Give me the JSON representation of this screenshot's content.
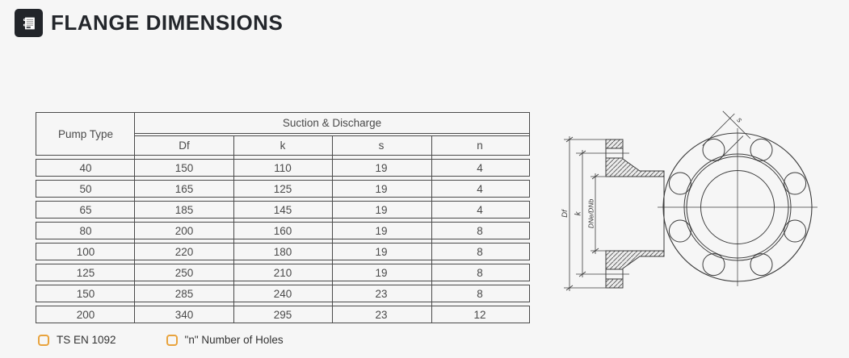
{
  "header": {
    "title": "FLANGE DIMENSIONS",
    "icon": "notebook-icon"
  },
  "table": {
    "col1_header": "Pump Type",
    "group_header": "Suction & Discharge",
    "sub_headers": [
      "Df",
      "k",
      "s",
      "n"
    ],
    "rows": [
      [
        "40",
        "150",
        "110",
        "19",
        "4"
      ],
      [
        "50",
        "165",
        "125",
        "19",
        "4"
      ],
      [
        "65",
        "185",
        "145",
        "19",
        "4"
      ],
      [
        "80",
        "200",
        "160",
        "19",
        "8"
      ],
      [
        "100",
        "220",
        "180",
        "19",
        "8"
      ],
      [
        "125",
        "250",
        "210",
        "19",
        "8"
      ],
      [
        "150",
        "285",
        "240",
        "23",
        "8"
      ],
      [
        "200",
        "340",
        "295",
        "23",
        "12"
      ]
    ]
  },
  "drawing": {
    "type": "flange technical drawing, side section and front view",
    "hole_count": 8,
    "labels": {
      "df": "Df",
      "k": "k",
      "bore": "DNe/DNb",
      "s": "s"
    }
  },
  "footnotes": [
    {
      "label": "TS EN 1092"
    },
    {
      "label": "\"n\" Number of Holes"
    }
  ],
  "colors": {
    "accent": "#e8a33d",
    "line": "#3c3c3c",
    "icon_bg": "#22252a"
  }
}
